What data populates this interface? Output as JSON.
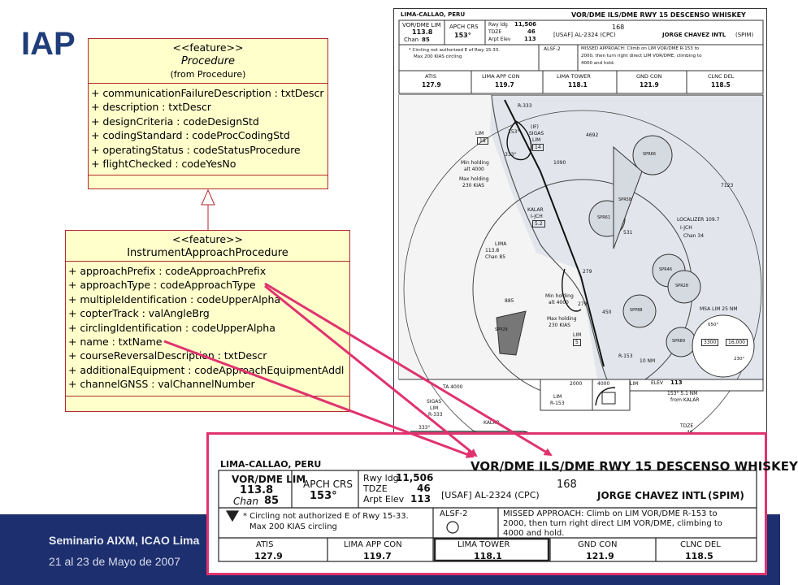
{
  "slide": {
    "title": "IAP"
  },
  "footer": {
    "line1": "Seminario AIXM, ICAO Lima",
    "line2": "21 al 23 de Mayo de 2007"
  },
  "colors": {
    "accent": "#e0336e",
    "footer_bg": "#1d2f6e",
    "uml_fill": "#ffffcc",
    "uml_border": "#b22a2a",
    "title": "#1f3d7a"
  },
  "procedure_class": {
    "stereotype": "<<feature>>",
    "name": "Procedure",
    "from": "(from Procedure)",
    "attributes": [
      "+ communicationFailureDescription : txtDescr",
      "+ description : txtDescr",
      "+ designCriteria : codeDesignStd",
      "+ codingStandard : codeProcCodingStd",
      "+ operatingStatus : codeStatusProcedure",
      "+ flightChecked : codeYesNo"
    ]
  },
  "iap_class": {
    "stereotype": "<<feature>>",
    "name": "InstrumentApproachProcedure",
    "attributes": [
      "+ approachPrefix : codeApproachPrefix",
      "+ approachType : codeApproachType",
      "+ multipleIdentification : codeUpperAlpha",
      "+ copterTrack : valAngleBrg",
      "+ circlingIdentification : codeUpperAlpha",
      "+ name : txtName",
      "+ courseReversalDescription : txtDescr",
      "+ additionalEquipment : codeApproachEquipmentAddl",
      "+ channelGNSS : valChannelNumber"
    ]
  },
  "chart_header": {
    "location": "LIMA-CALLAO, PERU",
    "title": "VOR/DME ILS/DME RWY 15 DESCENSO WHISKEY",
    "vor_label": "VOR/DME LIM",
    "vor_freq": "113.8",
    "chan": "Chan",
    "chan_num": "85",
    "apch_crs_label": "APCH CRS",
    "apch_crs": "153°",
    "rwy_ldg_label": "Rwy ldg",
    "rwy_ldg": "11,506",
    "tdze_label": "TDZE",
    "tdze": "46",
    "arpt_elev_label": "Arpt Elev",
    "arpt_elev": "113",
    "chart_id": "[USAF] AL-2324 (CPC)",
    "chart_num": "168",
    "airport": "JORGE CHAVEZ INTL",
    "icao": "(SPIM)",
    "note": "* Circling not authorized E of Rwy 15-33. Max 200 KIAS circling",
    "note_line1": "* Circling not authorized E of Rwy 15-33.",
    "note_line2": "Max 200 KIAS circling",
    "alsf": "ALSF-2",
    "missed_approach": "MISSED APPROACH: Climb on LIM VOR/DME R-153 to 2000, then turn right direct LIM VOR/DME, climbing to 4000 and hold.",
    "missed_line1": "MISSED APPROACH: Climb on LIM VOR/DME R-153 to",
    "missed_line2": "2000, then turn right direct LIM VOR/DME, climbing to",
    "missed_line3": "4000 and hold.",
    "freqs": [
      {
        "label": "ATIS",
        "value": "127.9"
      },
      {
        "label": "LIMA APP CON",
        "value": "119.7"
      },
      {
        "label": "LIMA TOWER",
        "value": "118.1"
      },
      {
        "label": "GND CON",
        "value": "121.9"
      },
      {
        "label": "CLNC DEL",
        "value": "118.5"
      }
    ]
  },
  "plan_view": {
    "labels": {
      "lim_r333": "R-333",
      "course153": "153°",
      "course333": "333°",
      "lim": "LIM",
      "lim_dme": "18",
      "sigas": "SIGAS",
      "sigas_if": "(IF)",
      "sigas_dme": "14",
      "min_holding": "Min holding",
      "alt4000": "alt 4000",
      "max_holding": "Max holding",
      "kias230": "230 KIAS",
      "elev4692": "4692",
      "elev1090": "1090",
      "elev7123": "7123",
      "spr66": "SPR66",
      "spr58": "SPR58",
      "spr61": "SPR61",
      "spr46": "SPR46",
      "spr28": "SPR28",
      "spp88": "SPP88",
      "spr89": "SPR89",
      "spp29": "SPP29",
      "kalar": "KALAR",
      "ijch": "I-JCH",
      "kalar_dme": "5.2",
      "lima_box": "LIMA",
      "lima_freq": "113.8",
      "lima_chan": "Chan 85",
      "localizer": "LOCALIZER 109.7",
      "loc_ident": "I-JCH",
      "loc_chan": "Chan 34",
      "s531": "531",
      "e279": "279",
      "e279b": "279",
      "e450": "450",
      "e885": "885",
      "msa": "MSA LIM 25 NM",
      "msa3300": "3300",
      "msa16000": "16,000",
      "msa230": "230°",
      "msa050": "050°",
      "nm10": "10 NM",
      "r153": "R-153",
      "lim_bottom": "LIM",
      "lim_bottom_dme": "5",
      "ta": "TA 4000",
      "p2000": "2000",
      "p4000": "4000",
      "p_lim": "LIM",
      "p_r153": "R-153",
      "elev": "ELEV",
      "elev_val": "113",
      "profile_note1": "153° 5.1 NM",
      "profile_note2": "from KALAR",
      "sigas_b": "SIGAS",
      "sigas_lim": "LIM",
      "sigas_r333": "R-333",
      "kalar_b": "KALAR",
      "tdze_b": "TDZE",
      "tdze_b_val": "46",
      "c333": "333°"
    }
  }
}
